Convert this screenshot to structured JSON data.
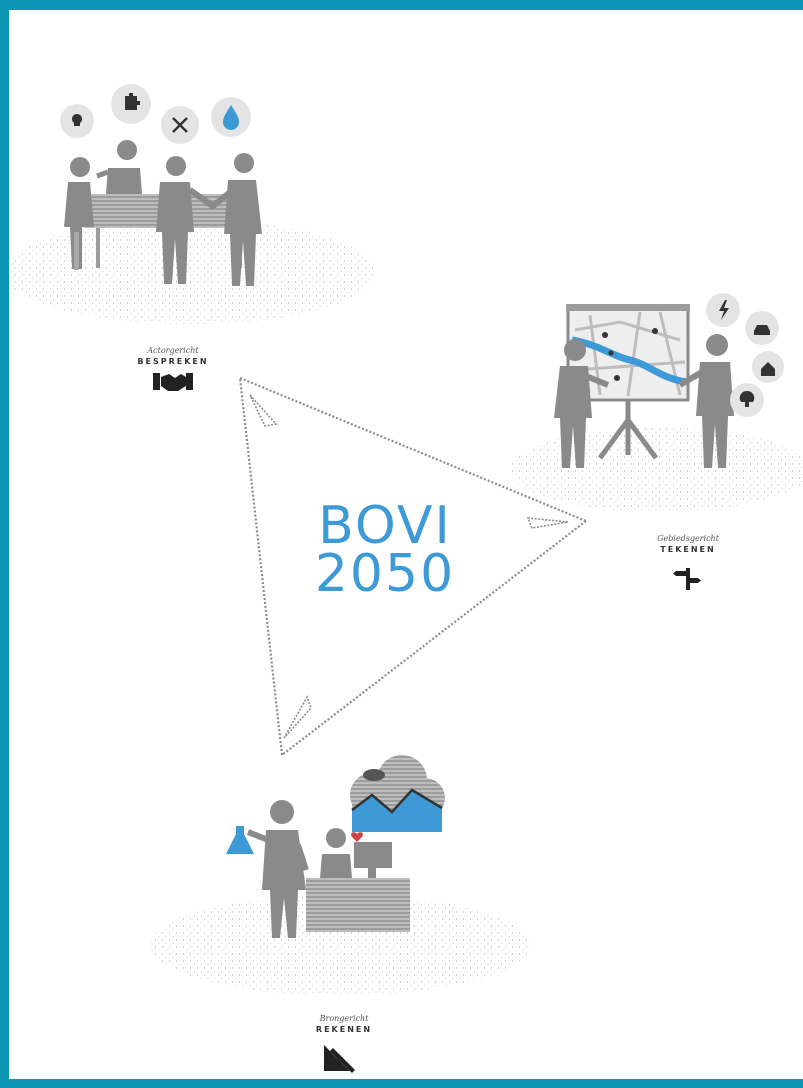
{
  "logo": {
    "line1": "BOVI",
    "line2": "2050"
  },
  "nodes": {
    "actor": {
      "subtitle": "Actorgericht",
      "title": "BESPREKEN",
      "icon": "handshake-icon"
    },
    "area": {
      "subtitle": "Gebiedsgericht",
      "title": "TEKENEN",
      "icon": "signpost-icon"
    },
    "source": {
      "subtitle": "Brongericht",
      "title": "REKENEN",
      "icon": "set-square-icon"
    }
  },
  "colors": {
    "frame": "#0a96b4",
    "accent": "#3d9ad6",
    "figure": "#8a8a8a",
    "bubble": "#e4e4e4"
  }
}
